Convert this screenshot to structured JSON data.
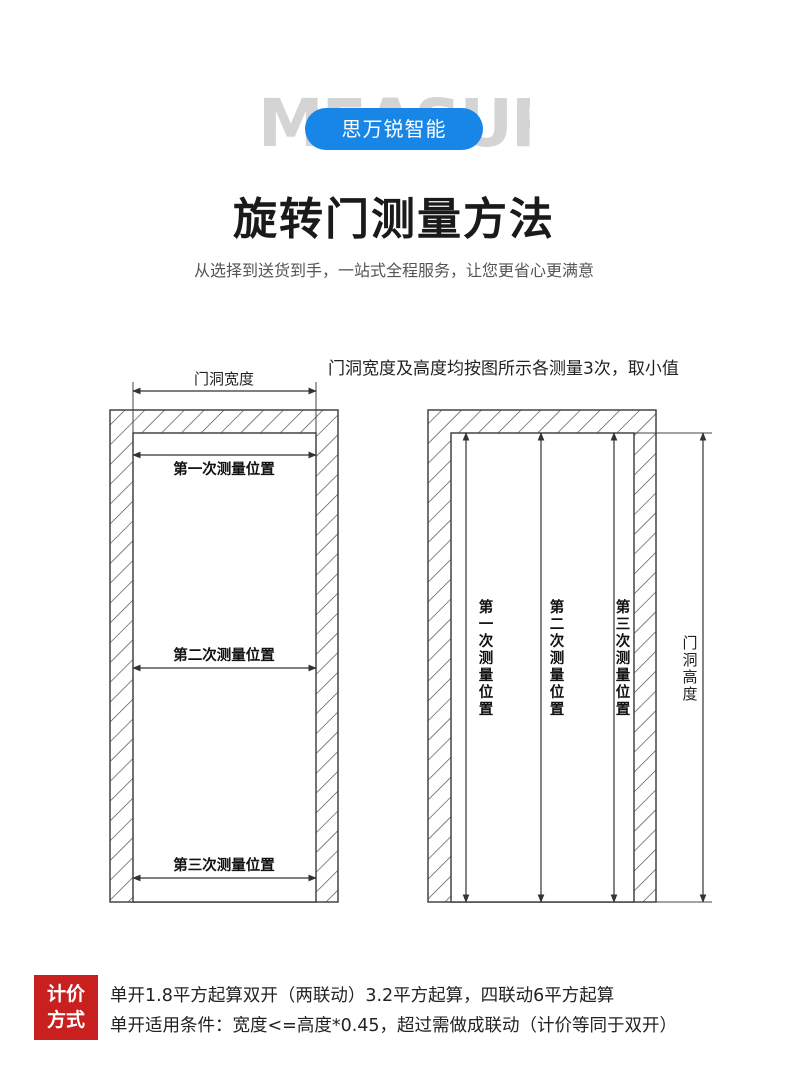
{
  "header": {
    "watermark": "MEASURE",
    "brand": "思万锐智能",
    "title": "旋转门测量方法",
    "subtitle": "从选择到送货到手，一站式全程服务，让您更省心更满意"
  },
  "diagram": {
    "note": "门洞宽度及高度均按图所示各测量3次，取小值",
    "left": {
      "width_label": "门洞宽度",
      "positions": [
        "第一次测量位置",
        "第二次测量位置",
        "第三次测量位置"
      ]
    },
    "right": {
      "height_label": "门洞高度",
      "positions": [
        "第一次测量位置",
        "第二次测量位置",
        "第三次测量位置"
      ]
    }
  },
  "pricing": {
    "tag_line1": "计价",
    "tag_line2": "方式",
    "line1": "单开1.8平方起算双开（两联动）3.2平方起算，四联动6平方起算",
    "line2": "单开适用条件：宽度<=高度*0.45，超过需做成联动（计价等同于双开）"
  },
  "colors": {
    "brand_blue": "#1886e6",
    "pricing_red": "#c8201e"
  }
}
